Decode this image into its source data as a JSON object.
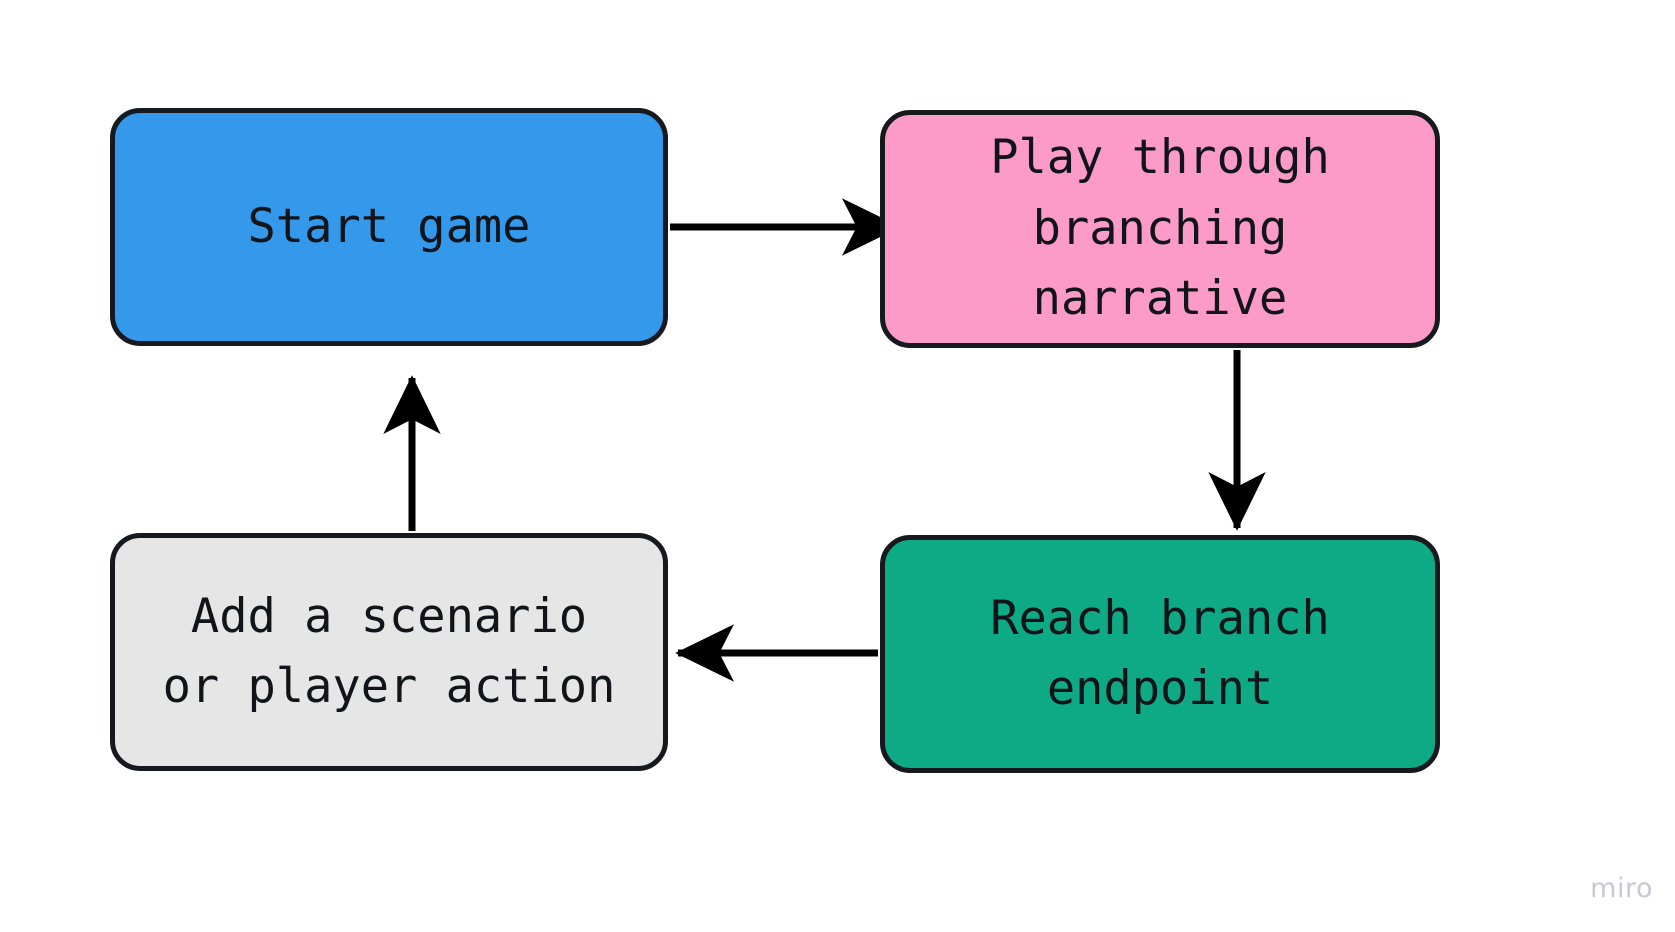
{
  "diagram": {
    "type": "flowchart",
    "background_color": "#ffffff",
    "nodes": [
      {
        "id": "start-game",
        "label": "Start game",
        "fill": "#3498eb",
        "stroke": "#16191d",
        "text_color": "#111418"
      },
      {
        "id": "play-narrative",
        "label": "Play through\nbranching\nnarrative",
        "fill": "#fc9ac8",
        "stroke": "#16191d",
        "text_color": "#111418"
      },
      {
        "id": "add-scenario",
        "label": "Add a scenario\nor player action",
        "fill": "#e6e6e6",
        "stroke": "#16191d",
        "text_color": "#111418"
      },
      {
        "id": "reach-endpoint",
        "label": "Reach branch\nendpoint",
        "fill": "#0eaa85",
        "stroke": "#16191d",
        "text_color": "#111418"
      }
    ],
    "edges": [
      {
        "id": "start-game-to-play-narrative",
        "from": "start-game",
        "to": "play-narrative",
        "direction": "right",
        "label": "",
        "color": "#000000"
      },
      {
        "id": "play-narrative-to-reach-endpoint",
        "from": "play-narrative",
        "to": "reach-endpoint",
        "direction": "down",
        "label": "",
        "color": "#000000"
      },
      {
        "id": "reach-endpoint-to-add-scenario",
        "from": "reach-endpoint",
        "to": "add-scenario",
        "direction": "left",
        "label": "",
        "color": "#000000"
      },
      {
        "id": "add-scenario-to-start-game",
        "from": "add-scenario",
        "to": "start-game",
        "direction": "up",
        "label": "",
        "color": "#000000"
      }
    ]
  },
  "watermark": {
    "text": "miro",
    "color": "#c8c8d6"
  }
}
